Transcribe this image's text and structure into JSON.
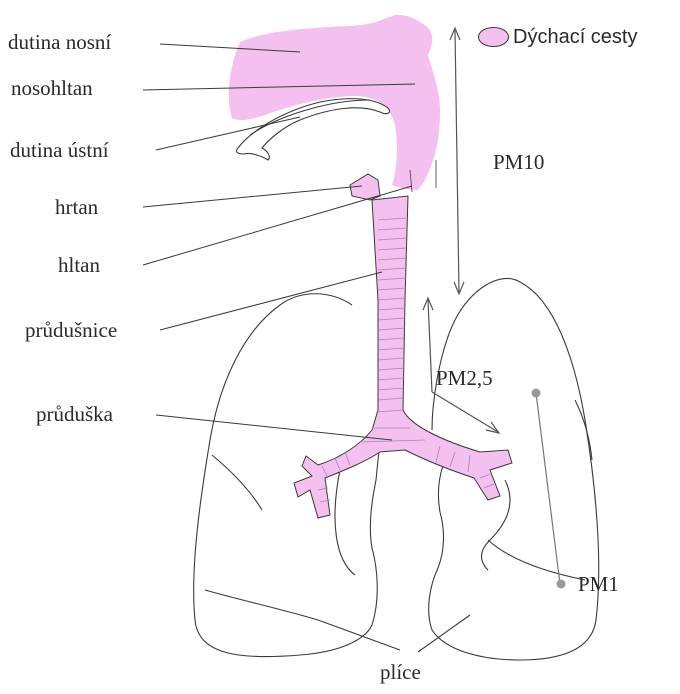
{
  "legend": {
    "label": "Dýchací cesty",
    "swatch_color": "#f3c0ef"
  },
  "labels": {
    "dutina_nosni": "dutina nosní",
    "nosohltan": "nosohltan",
    "dutina_ustni": "dutina ústní",
    "hrtan": "hrtan",
    "hltan": "hltan",
    "prudusnice": "průdušnice",
    "pruduska": "průduška",
    "plice": "plíce"
  },
  "particles": {
    "pm10": "PM10",
    "pm25": "PM2,5",
    "pm1": "PM1"
  },
  "colors": {
    "airway": "#f3c0ef",
    "outline": "#3a3a3a",
    "arrow": "#555555",
    "pm1_marker": "#999999"
  }
}
